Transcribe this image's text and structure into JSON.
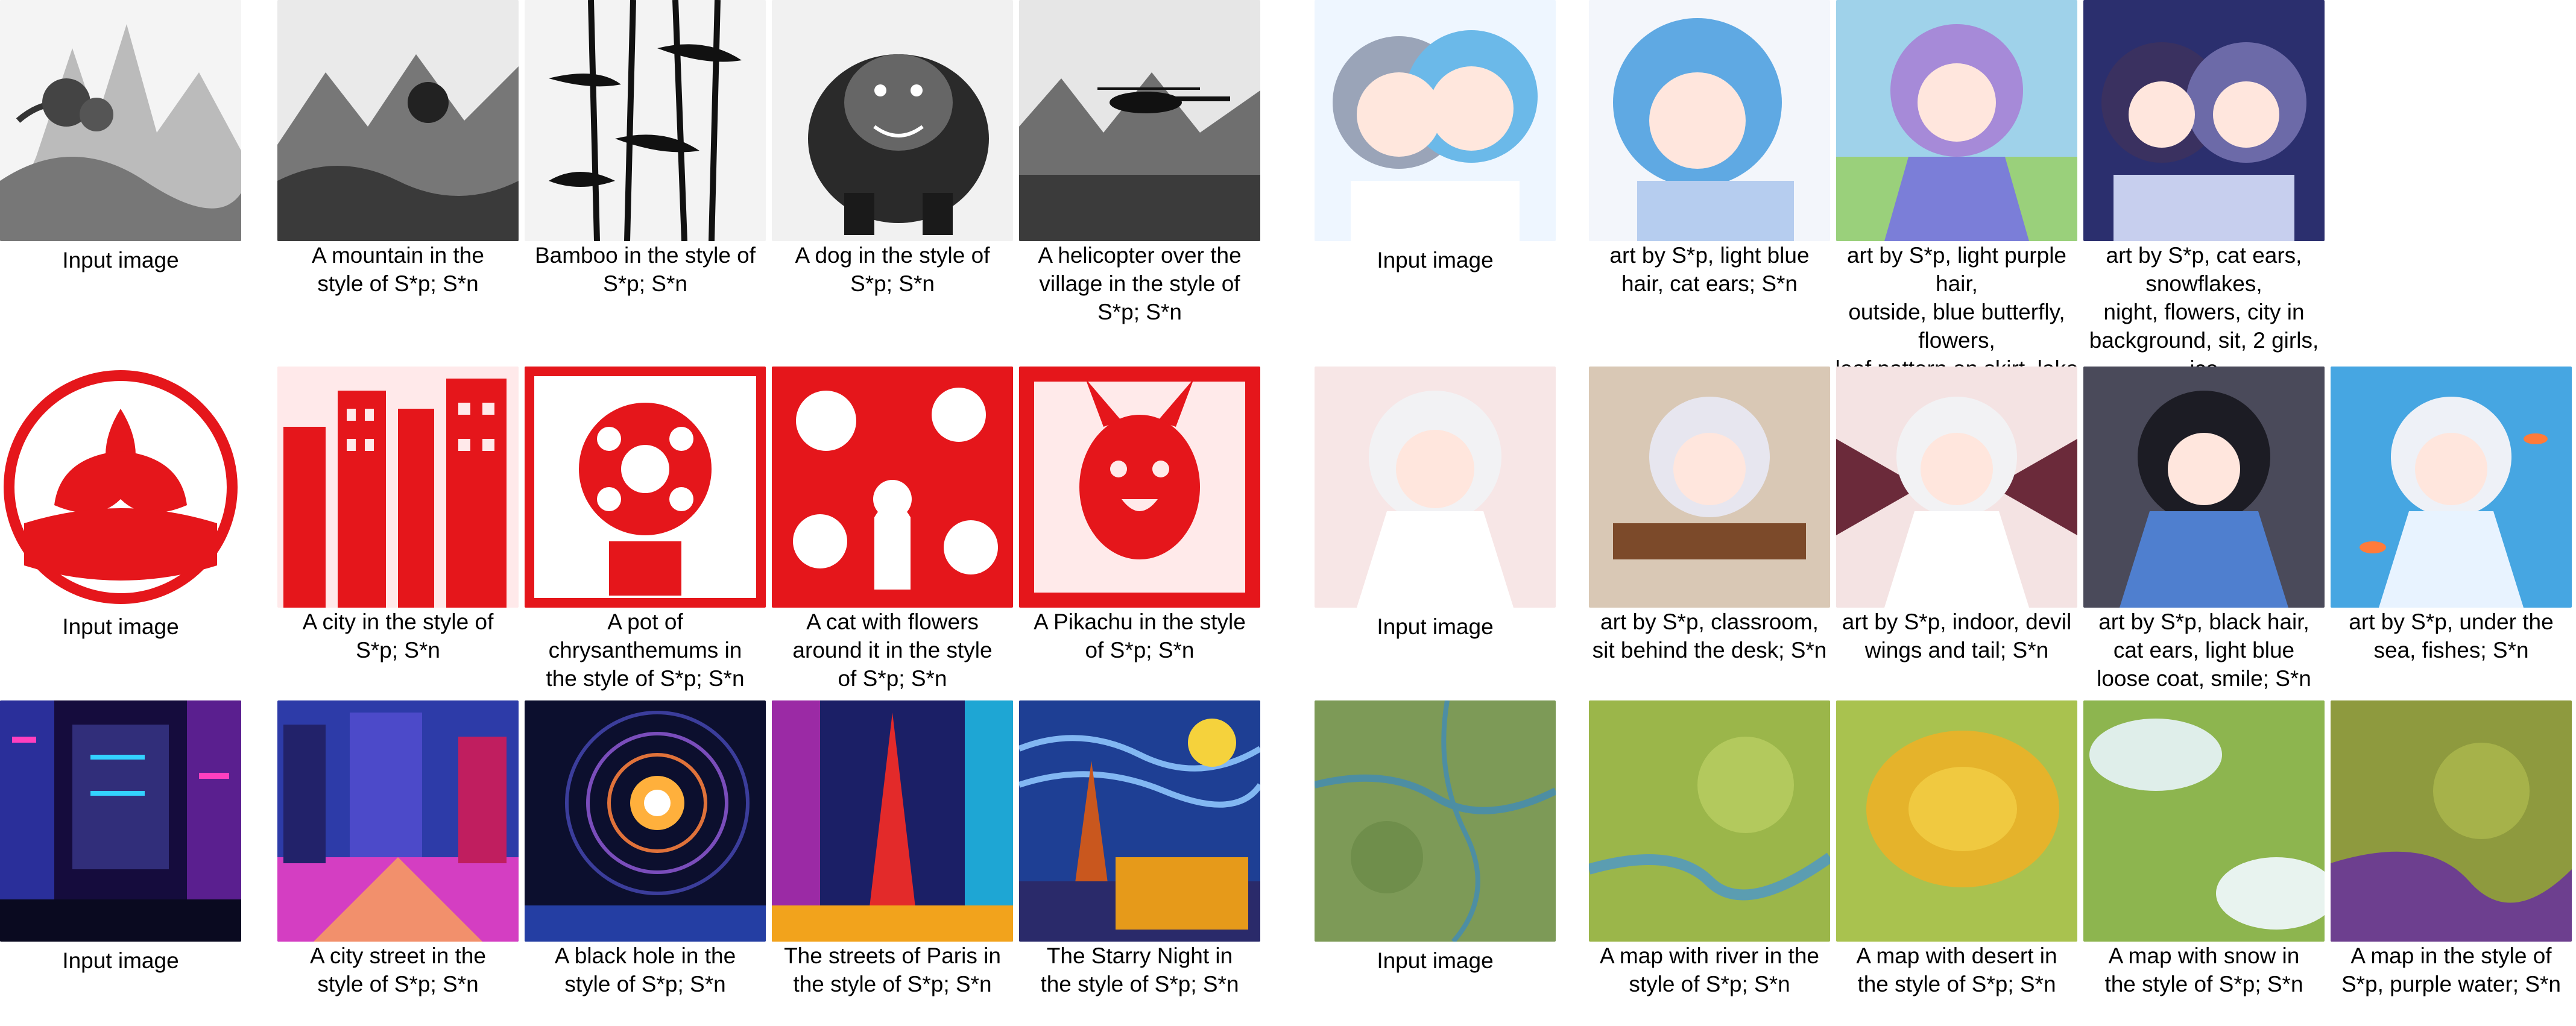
{
  "figure": {
    "left": {
      "rows": [
        {
          "input_label": "Input image",
          "outputs": [
            "A mountain in the\nstyle of S*p; S*n",
            "Bamboo in the style of\nS*p; S*n",
            "A dog in the style of\nS*p; S*n",
            "A helicopter over the\nvillage in the style of\nS*p; S*n"
          ]
        },
        {
          "input_label": "Input image",
          "outputs": [
            "A city in the style of\nS*p; S*n",
            "A pot of\nchrysanthemums in\nthe style of S*p; S*n",
            "A cat with flowers\naround it in the style\nof S*p; S*n",
            "A Pikachu in the style\nof S*p; S*n"
          ]
        },
        {
          "input_label": "Input image",
          "outputs": [
            "A city street in the\nstyle of S*p; S*n",
            "A black hole in the\nstyle of S*p; S*n",
            "The streets of Paris in\nthe style of S*p; S*n",
            "The Starry Night in\nthe style of S*p; S*n"
          ]
        }
      ]
    },
    "right": {
      "rows": [
        {
          "input_label": "Input image",
          "outputs": [
            "art by S*p, light blue\nhair, cat ears; S*n",
            "art by S*p, light purple hair,\noutside, blue butterfly, flowers,\nleaf pattern on skirt, lake in\nbackground, wings, cat ears; S*n",
            "art by S*p, cat ears, snowflakes,\nnight, flowers, city in\nbackground, sit, 2 girls, ice\nwings, clock, dress; S*n"
          ]
        },
        {
          "input_label": "Input image",
          "outputs": [
            "art by S*p, classroom,\nsit behind the desk; S*n",
            "art by S*p, indoor, devil\nwings and tail; S*n",
            "art by S*p, black hair,\ncat ears, light blue\nloose coat, smile; S*n",
            "art by S*p, under the\nsea, fishes; S*n"
          ]
        },
        {
          "input_label": "Input image",
          "outputs": [
            "A map with river in the\nstyle of S*p; S*n",
            "A map with desert in\nthe style of S*p; S*n",
            "A map with snow in\nthe style of S*p; S*n",
            "A map in the style of\nS*p, purple water; S*n"
          ]
        }
      ]
    }
  },
  "colors": {
    "ink": "#1a1a1a",
    "paper": "#f2f2f2",
    "papercut_red": "#e5161b",
    "neon_blue": "#2a2f9a",
    "map_green": "#9bb64a"
  }
}
